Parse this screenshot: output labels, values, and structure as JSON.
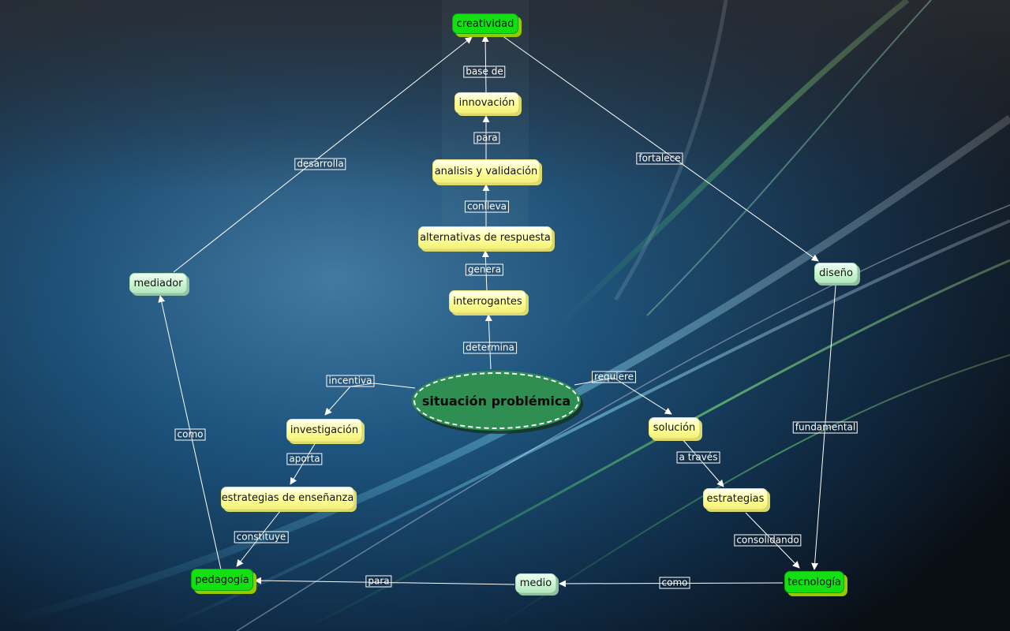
{
  "center": "situación problémica",
  "nodes": {
    "creatividad": "creatividad",
    "innovacion": "innovación",
    "analisis": "analisis y validación",
    "alternativas": "alternativas de respuesta",
    "interrogantes": "interrogantes",
    "investigacion": "investigación",
    "estrategias_ens": "estrategias de enseñanza",
    "solucion": "solución",
    "estrategias": "estrategias",
    "mediador": "mediador",
    "diseno": "diseño",
    "pedagogia": "pedagogía",
    "medio": "medio",
    "tecnologia": "tecnología"
  },
  "links": {
    "base_de": "base de",
    "para_1": "para",
    "conlleva": "conlleva",
    "genera": "genera",
    "determina": "determina",
    "incentiva": "incentiva",
    "requiere": "requiere",
    "aporta": "aporta",
    "a_traves": "a través",
    "constituye": "constituye",
    "consolidando": "consolidando",
    "desarrolla": "desarrolla",
    "fortalece": "fortalece",
    "como_1": "como",
    "fundamental": "fundamental",
    "para_2": "para",
    "como_2": "como"
  },
  "colors": {
    "concept_fill": "#ffff9a",
    "mint_fill": "#c6f3cf",
    "green_fill": "#12e012",
    "center_fill": "#2f8f53",
    "line": "#ffffff"
  }
}
